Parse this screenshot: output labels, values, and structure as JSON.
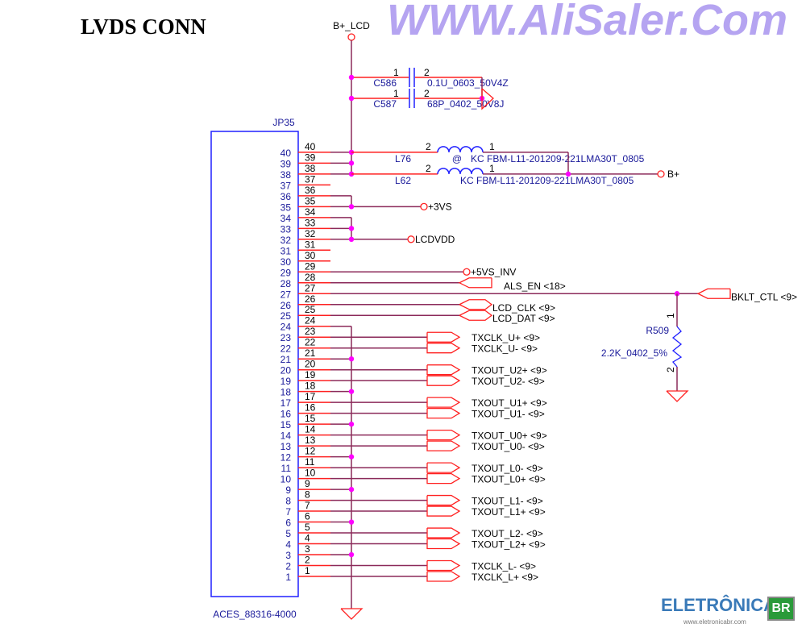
{
  "title": "LVDS CONN",
  "watermark": "WWW.AliSaler.Com",
  "logo": {
    "text": "ELETRÔNICA",
    "badge": "BR",
    "url": "www.eletronicabr.com"
  },
  "colors": {
    "pin_wire": "#ff2020",
    "net_wire": "#8b2a5a",
    "junction": "#ff00ff",
    "component": "#2020ff",
    "symbol": "#ff2020"
  },
  "connector": {
    "ref": "JP35",
    "part": "ACES_88316-4000",
    "pins": [
      40,
      39,
      38,
      37,
      36,
      35,
      34,
      33,
      32,
      31,
      30,
      29,
      28,
      27,
      26,
      25,
      24,
      23,
      22,
      21,
      20,
      19,
      18,
      17,
      16,
      15,
      14,
      13,
      12,
      11,
      10,
      9,
      8,
      7,
      6,
      5,
      4,
      3,
      2,
      1
    ]
  },
  "power": {
    "b_lcd": "B+_LCD",
    "b_plus": "B+",
    "v3": "+3VS",
    "lcdvdd": "LCDVDD",
    "v5inv": "+5VS_INV"
  },
  "caps": [
    {
      "ref": "C586",
      "value": "0.1U_0603_50V4Z",
      "pin1": "1",
      "pin2": "2"
    },
    {
      "ref": "C587",
      "value": "68P_0402_50V8J",
      "pin1": "1",
      "pin2": "2"
    }
  ],
  "inductors": [
    {
      "ref": "L76",
      "value": "KC FBM-L11-201209-221LMA30T_0805",
      "mark": "@",
      "pin1": "1",
      "pin2": "2"
    },
    {
      "ref": "L62",
      "value": "KC FBM-L11-201209-221LMA30T_0805",
      "pin1": "1",
      "pin2": "2"
    }
  ],
  "resistor": {
    "ref": "R509",
    "value": "2.2K_0402_5%",
    "pin1": "1",
    "pin2": "2"
  },
  "signals": {
    "als_en": "ALS_EN  <18>",
    "bklt_ctl": "BKLT_CTL  <9>",
    "lcd_clk": "LCD_CLK   <9>",
    "lcd_dat": "LCD_DAT   <9>"
  },
  "pairs": [
    {
      "pins": [
        23,
        22
      ],
      "labels": [
        "TXCLK_U+  <9>",
        "TXCLK_U-  <9>"
      ]
    },
    {
      "pins": [
        20,
        19
      ],
      "labels": [
        "TXOUT_U2+  <9>",
        "TXOUT_U2-  <9>"
      ]
    },
    {
      "pins": [
        17,
        16
      ],
      "labels": [
        "TXOUT_U1+  <9>",
        "TXOUT_U1-  <9>"
      ]
    },
    {
      "pins": [
        14,
        13
      ],
      "labels": [
        "TXOUT_U0+  <9>",
        "TXOUT_U0-  <9>"
      ]
    },
    {
      "pins": [
        11,
        10
      ],
      "labels": [
        "TXOUT_L0-  <9>",
        "TXOUT_L0+  <9>"
      ]
    },
    {
      "pins": [
        8,
        7
      ],
      "labels": [
        "TXOUT_L1-  <9>",
        "TXOUT_L1+  <9>"
      ]
    },
    {
      "pins": [
        5,
        4
      ],
      "labels": [
        "TXOUT_L2-  <9>",
        "TXOUT_L2+  <9>"
      ]
    },
    {
      "pins": [
        2,
        1
      ],
      "labels": [
        "TXCLK_L-  <9>",
        "TXCLK_L+  <9>"
      ]
    }
  ]
}
